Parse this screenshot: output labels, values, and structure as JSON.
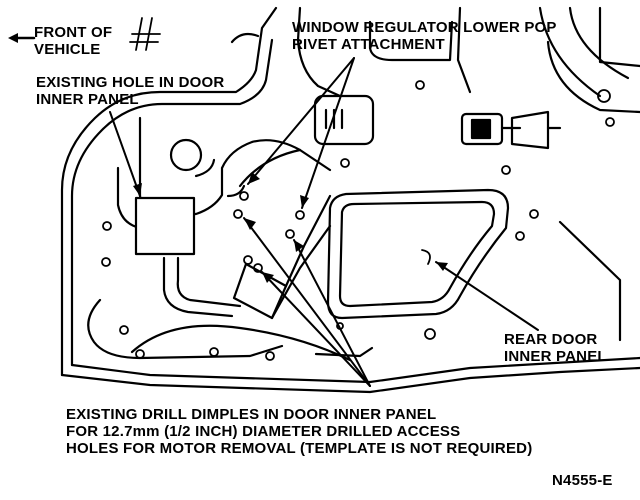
{
  "labels": {
    "front_of_vehicle": [
      "FRONT OF",
      "VEHICLE"
    ],
    "window_regulator": [
      "WINDOW REGULATOR LOWER POP",
      "RIVET ATTACHMENT"
    ],
    "existing_hole": [
      "EXISTING HOLE IN DOOR",
      "INNER PANEL"
    ],
    "rear_door": [
      "REAR DOOR",
      "INNER PANEL"
    ],
    "drill_dimples": [
      "EXISTING DRILL DIMPLES IN DOOR INNER PANEL",
      "FOR 12.7mm (1/2 INCH) DIAMETER DRILLED ACCESS",
      "HOLES FOR MOTOR REMOVAL (TEMPLATE IS NOT REQUIRED)"
    ],
    "figure_code": "N4555-E"
  }
}
